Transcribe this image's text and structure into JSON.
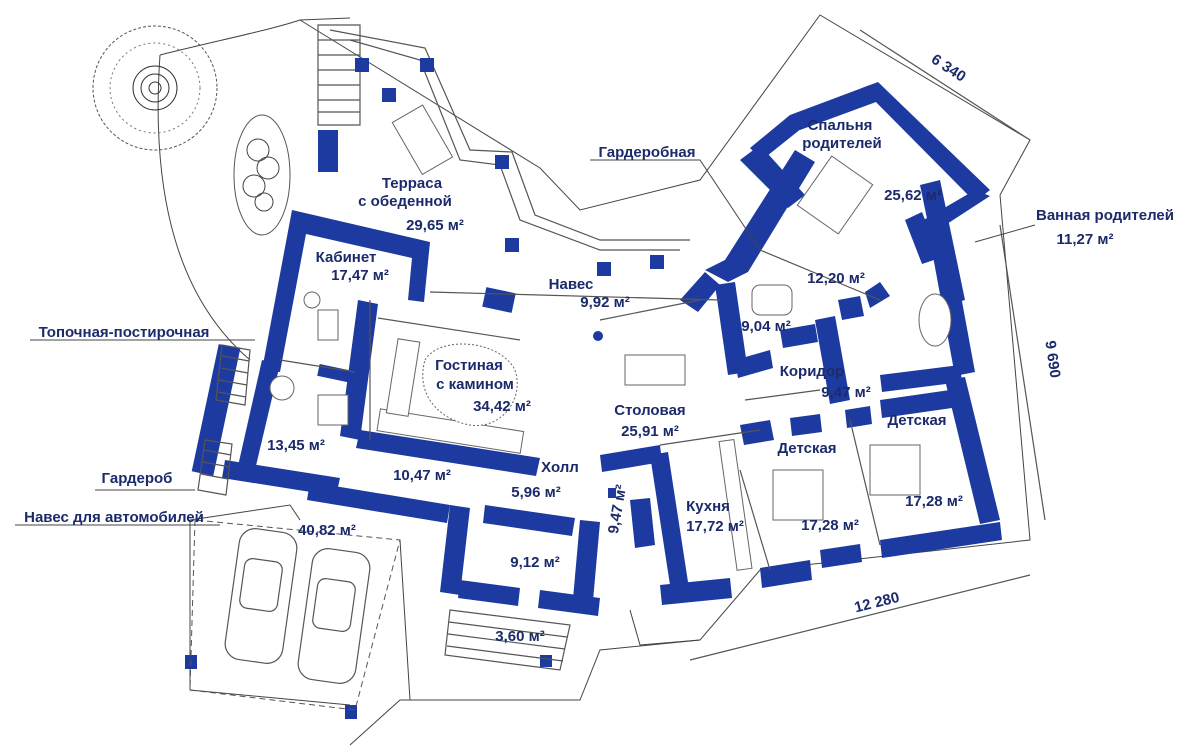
{
  "rooms": {
    "terrace": {
      "line1": "Терраса",
      "line2": "с обеденной",
      "area": "29,65 м²"
    },
    "office": {
      "name": "Кабинет",
      "area": "17,47 м²"
    },
    "canopy": {
      "name": "Навес",
      "area": "9,92 м²"
    },
    "wardrobe_master": {
      "name": "Гардеробная"
    },
    "master_bedroom": {
      "line1": "Спальня",
      "line2": "родителей",
      "area": "25,62 м²"
    },
    "master_bath": {
      "name": "Ванная родителей",
      "area": "11,27 м²"
    },
    "dressing": {
      "area": "12,20 м²"
    },
    "bath2": {
      "area": "9,04 м²"
    },
    "corridor": {
      "name": "Коридор",
      "area": "9,47 м²"
    },
    "living": {
      "line1": "Гостиная",
      "line2": "с камином",
      "area": "34,42 м²"
    },
    "dining": {
      "name": "Столовая",
      "area": "25,91 м²"
    },
    "boiler": {
      "name": "Топочная-постирочная",
      "area": "13,45 м²"
    },
    "vestibule": {
      "area": "10,47 м²"
    },
    "hall": {
      "name": "Холл",
      "area": "5,96 м²"
    },
    "small_vertical": {
      "area": "9,47 м²"
    },
    "kitchen": {
      "name": "Кухня",
      "area": "17,72 м²"
    },
    "kids1": {
      "name": "Детская",
      "area": "17,28 м²"
    },
    "kids2": {
      "name": "Детская",
      "area": "17,28 м²"
    },
    "cloakroom": {
      "name": "Гардероб"
    },
    "carport": {
      "name": "Навес для автомобилей",
      "area": "40,82 м²"
    },
    "entry_hall": {
      "area": "9,12 м²"
    },
    "porch": {
      "area": "3,60 м²"
    }
  },
  "dimensions": {
    "top_right": "6 340",
    "right": "9 690",
    "bottom": "12 280"
  },
  "colors": {
    "wall": "#1c3aa0",
    "text": "#1b2a6b",
    "background": "#ffffff"
  }
}
